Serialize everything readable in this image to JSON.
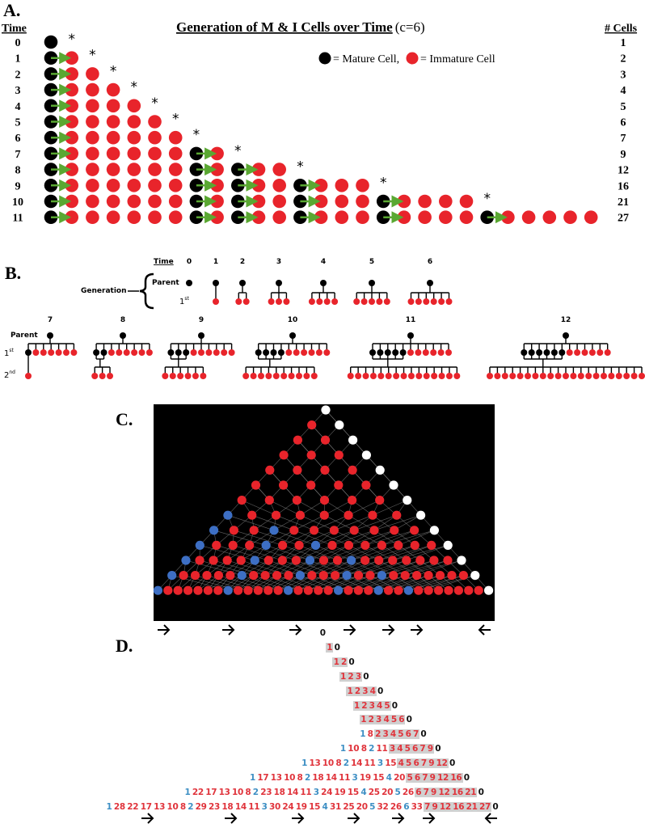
{
  "colors": {
    "mature": "#000000",
    "immature": "#e8242b",
    "arrow": "#5aa832",
    "blue": "#3d6fc4",
    "white": "#ffffff",
    "shade": "#d0d0d0"
  },
  "panelA": {
    "label": "A.",
    "title": "Generation of M & I Cells over Time",
    "title_suffix": "(c=6)",
    "time_header": "Time",
    "cells_header": "# Cells",
    "legend_mature": "= Mature Cell,",
    "legend_immature": "= Immature Cell",
    "asterisk": "*",
    "rows": [
      {
        "time": "0",
        "count": "1",
        "mature_cols": [
          0
        ],
        "size": 1
      },
      {
        "time": "1",
        "count": "2",
        "mature_cols": [
          0
        ],
        "size": 2
      },
      {
        "time": "2",
        "count": "3",
        "mature_cols": [
          0
        ],
        "size": 3
      },
      {
        "time": "3",
        "count": "4",
        "mature_cols": [
          0
        ],
        "size": 4
      },
      {
        "time": "4",
        "count": "5",
        "mature_cols": [
          0
        ],
        "size": 5
      },
      {
        "time": "5",
        "count": "6",
        "mature_cols": [
          0
        ],
        "size": 6
      },
      {
        "time": "6",
        "count": "7",
        "mature_cols": [
          0
        ],
        "size": 7
      },
      {
        "time": "7",
        "count": "9",
        "mature_cols": [
          0,
          7
        ],
        "size": 9
      },
      {
        "time": "8",
        "count": "12",
        "mature_cols": [
          0,
          7,
          9
        ],
        "size": 12
      },
      {
        "time": "9",
        "count": "16",
        "mature_cols": [
          0,
          7,
          9,
          12
        ],
        "size": 16
      },
      {
        "time": "10",
        "count": "21",
        "mature_cols": [
          0,
          7,
          9,
          12,
          16
        ],
        "size": 21
      },
      {
        "time": "11",
        "count": "27",
        "mature_cols": [
          0,
          7,
          9,
          12,
          16,
          21
        ],
        "size": 27
      }
    ],
    "asterisks": [
      [
        0,
        1
      ],
      [
        1,
        2
      ],
      [
        2,
        3
      ],
      [
        3,
        4
      ],
      [
        4,
        5
      ],
      [
        5,
        6
      ],
      [
        6,
        7
      ],
      [
        7,
        9
      ],
      [
        8,
        12
      ],
      [
        9,
        16
      ],
      [
        10,
        21
      ]
    ]
  },
  "panelB": {
    "label": "B.",
    "time_header": "Time",
    "generation_label": "Generation",
    "parent_label": "Parent",
    "first_label": "1",
    "first_sup": "st",
    "second_label": "2",
    "second_sup": "nd",
    "trees": [
      {
        "time": "0",
        "gen1_mature": 0,
        "gen1_immature": 0,
        "gen2": 0
      },
      {
        "time": "1",
        "gen1_mature": 0,
        "gen1_immature": 1,
        "gen2": 0
      },
      {
        "time": "2",
        "gen1_mature": 0,
        "gen1_immature": 2,
        "gen2": 0
      },
      {
        "time": "3",
        "gen1_mature": 0,
        "gen1_immature": 3,
        "gen2": 0
      },
      {
        "time": "4",
        "gen1_mature": 0,
        "gen1_immature": 4,
        "gen2": 0
      },
      {
        "time": "5",
        "gen1_mature": 0,
        "gen1_immature": 5,
        "gen2": 0
      },
      {
        "time": "6",
        "gen1_mature": 0,
        "gen1_immature": 6,
        "gen2": 0
      },
      {
        "time": "7",
        "gen1_mature": 1,
        "gen1_immature": 6,
        "gen2": 1
      },
      {
        "time": "8",
        "gen1_mature": 2,
        "gen1_immature": 6,
        "gen2": 3
      },
      {
        "time": "9",
        "gen1_mature": 3,
        "gen1_immature": 6,
        "gen2": 6
      },
      {
        "time": "10",
        "gen1_mature": 4,
        "gen1_immature": 6,
        "gen2": 10
      },
      {
        "time": "11",
        "gen1_mature": 5,
        "gen1_immature": 6,
        "gen2": 15
      },
      {
        "time": "12",
        "gen1_mature": 6,
        "gen1_immature": 6,
        "gen2": 21
      }
    ]
  },
  "panelC": {
    "label": "C.",
    "arrows": [
      "right",
      "right",
      "right",
      "right",
      "right",
      "right",
      "left"
    ]
  },
  "panelD": {
    "label": "D.",
    "arrows": [
      "right",
      "right",
      "right",
      "right",
      "right",
      "right",
      "left"
    ],
    "rows": [
      {
        "items": [
          "0"
        ],
        "blue": [],
        "shade_from": 0
      },
      {
        "items": [
          "1",
          "0"
        ],
        "blue": [],
        "shade_from": 0
      },
      {
        "items": [
          "1",
          "2",
          "0"
        ],
        "blue": [],
        "shade_from": 0
      },
      {
        "items": [
          "1",
          "2",
          "3",
          "0"
        ],
        "blue": [],
        "shade_from": 0
      },
      {
        "items": [
          "1",
          "2",
          "3",
          "4",
          "0"
        ],
        "blue": [],
        "shade_from": 0
      },
      {
        "items": [
          "1",
          "2",
          "3",
          "4",
          "5",
          "0"
        ],
        "blue": [],
        "shade_from": 0
      },
      {
        "items": [
          "1",
          "2",
          "3",
          "4",
          "5",
          "6",
          "0"
        ],
        "blue": [],
        "shade_from": 0
      },
      {
        "items": [
          "1",
          "8",
          "2",
          "3",
          "4",
          "5",
          "6",
          "7",
          "0"
        ],
        "blue": [
          0
        ],
        "shade_from": 2
      },
      {
        "items": [
          "1",
          "10",
          "8",
          "2",
          "11",
          "3",
          "4",
          "5",
          "6",
          "7",
          "9",
          "0"
        ],
        "blue": [
          0,
          3
        ],
        "shade_from": 5
      },
      {
        "items": [
          "1",
          "13",
          "10",
          "8",
          "2",
          "14",
          "11",
          "3",
          "15",
          "4",
          "5",
          "6",
          "7",
          "9",
          "12",
          "0"
        ],
        "blue": [
          0,
          4,
          7
        ],
        "shade_from": 9
      },
      {
        "items": [
          "1",
          "17",
          "13",
          "10",
          "8",
          "2",
          "18",
          "14",
          "11",
          "3",
          "19",
          "15",
          "4",
          "20",
          "5",
          "6",
          "7",
          "9",
          "12",
          "16",
          "0"
        ],
        "blue": [
          0,
          5,
          9,
          12
        ],
        "shade_from": 14
      },
      {
        "items": [
          "1",
          "22",
          "17",
          "13",
          "10",
          "8",
          "2",
          "23",
          "18",
          "14",
          "11",
          "3",
          "24",
          "19",
          "15",
          "4",
          "25",
          "20",
          "5",
          "26",
          "6",
          "7",
          "9",
          "12",
          "16",
          "21",
          "0"
        ],
        "blue": [
          0,
          6,
          11,
          15,
          18
        ],
        "shade_from": 20
      },
      {
        "items": [
          "1",
          "28",
          "22",
          "17",
          "13",
          "10",
          "8",
          "2",
          "29",
          "23",
          "18",
          "14",
          "11",
          "3",
          "30",
          "24",
          "19",
          "15",
          "4",
          "31",
          "25",
          "20",
          "5",
          "32",
          "26",
          "6",
          "33",
          "7",
          "9",
          "12",
          "16",
          "21",
          "27",
          "0"
        ],
        "blue": [
          0,
          7,
          13,
          18,
          22,
          25
        ],
        "shade_from": 27
      }
    ]
  }
}
